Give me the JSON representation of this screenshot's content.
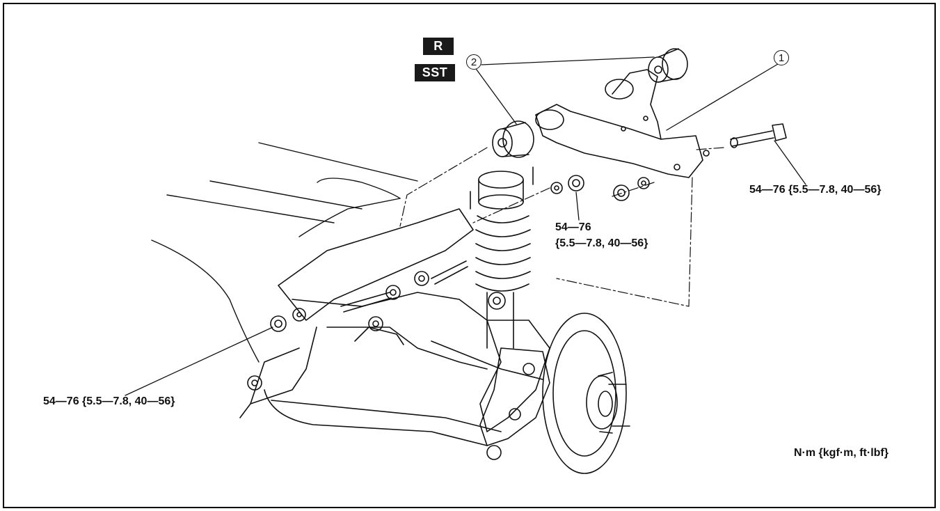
{
  "badges": {
    "r": "R",
    "sst": "SST"
  },
  "callouts": {
    "one": "1",
    "two": "2"
  },
  "torque": {
    "upper_right": "54—76 {5.5—7.8, 40—56}",
    "middle_line1": "54—76",
    "middle_line2": "{5.5—7.8, 40—56}",
    "lower_left": "54—76 {5.5—7.8, 40—56}"
  },
  "units": "N·m {kgf·m, ft·lbf}"
}
